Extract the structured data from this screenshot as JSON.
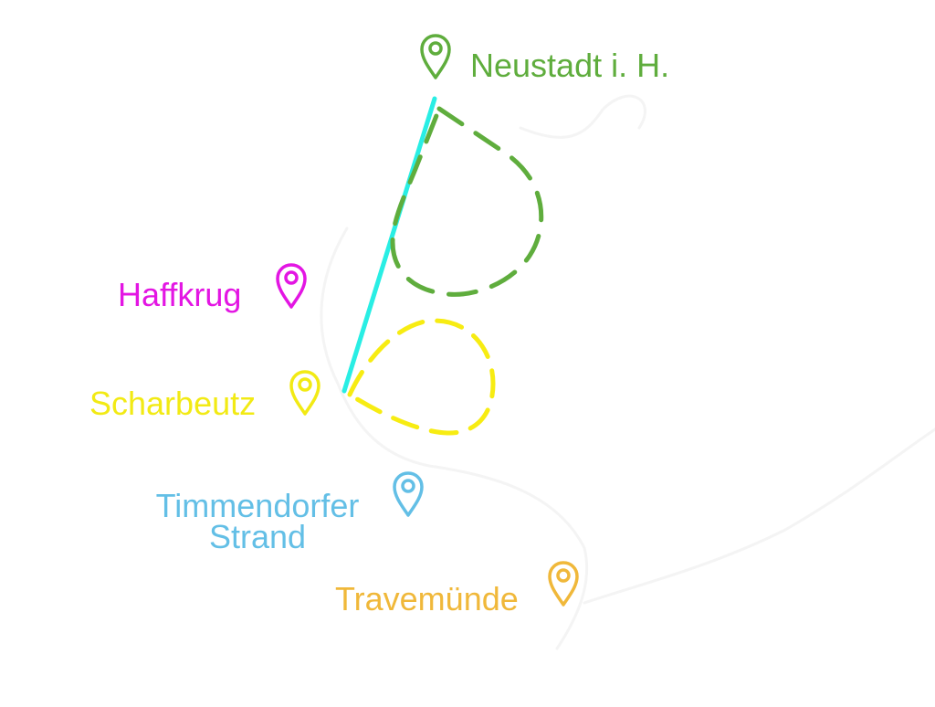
{
  "colors": {
    "neustadt": "#5fad3d",
    "haffkrug": "#e316e3",
    "scharbeutz": "#f2ea14",
    "timmendorfer": "#63bfe6",
    "travemuende": "#f0b83a",
    "coastline": "#f4f4f4",
    "route_solid": "#29eee4",
    "route_dashed_green": "#5fad3d",
    "route_dashed_yellow": "#f7ec12"
  },
  "places": {
    "neustadt": {
      "name": "Neustadt i. H.",
      "icon": "map-pin-icon"
    },
    "haffkrug": {
      "name": "Haffkrug",
      "icon": "map-pin-icon"
    },
    "scharbeutz": {
      "name": "Scharbeutz",
      "icon": "map-pin-icon"
    },
    "timmendorfer": {
      "line1": "Timmendorfer",
      "line2": "Strand",
      "icon": "map-pin-icon"
    },
    "travemuende": {
      "name": "Travemünde",
      "icon": "map-pin-icon"
    }
  }
}
